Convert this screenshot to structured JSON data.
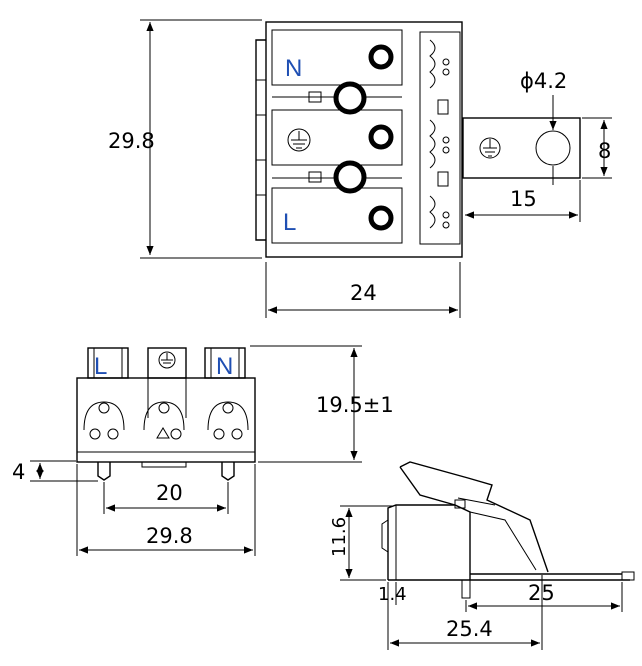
{
  "top_view": {
    "dims": {
      "height": "29.8",
      "width": "24",
      "hole_dia": "ϕ4.2",
      "tab_height": "8",
      "tab_length": "15"
    },
    "markings": {
      "neutral": "N",
      "line": "L"
    }
  },
  "front_view": {
    "dims": {
      "height": "19.5±1",
      "pin_length": "4",
      "pin_spacing": "20",
      "width": "29.8"
    },
    "markings": {
      "neutral": "N",
      "line": "L"
    }
  },
  "side_view": {
    "dims": {
      "height": "11.6",
      "small_offset": "1.4",
      "tab_length": "25",
      "length": "25.4"
    }
  },
  "colors": {
    "line": "#000000",
    "marking": "#1f4fb3"
  }
}
